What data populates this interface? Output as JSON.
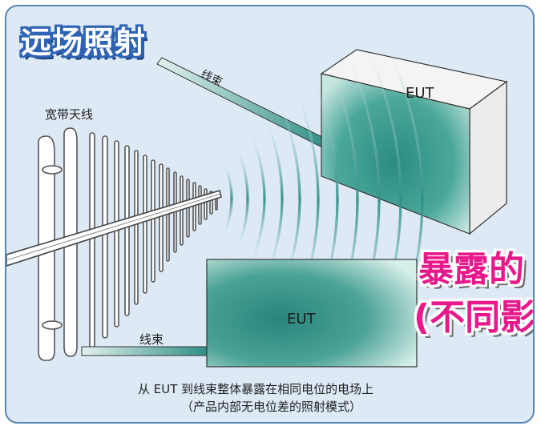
{
  "title": "远场照射",
  "antenna_label": "宽带天线",
  "cable_label_top": "线束",
  "cable_label_bottom": "线束",
  "eut_top_label": "EUT",
  "eut_bottom_label": "EUT",
  "callout_line1": "暴露的",
  "callout_line2": "(不同影",
  "caption_line1": "从 EUT 到线束整体暴露在相同电位的电场上",
  "caption_line2": "（产品内部无电位差的照射模式）",
  "colors": {
    "frame_border": "#5b86b8",
    "background": "#ddeaf6",
    "title_fill": "#2f63b4",
    "callout": "#e8198b",
    "eut_fill": "#2f8f86"
  }
}
